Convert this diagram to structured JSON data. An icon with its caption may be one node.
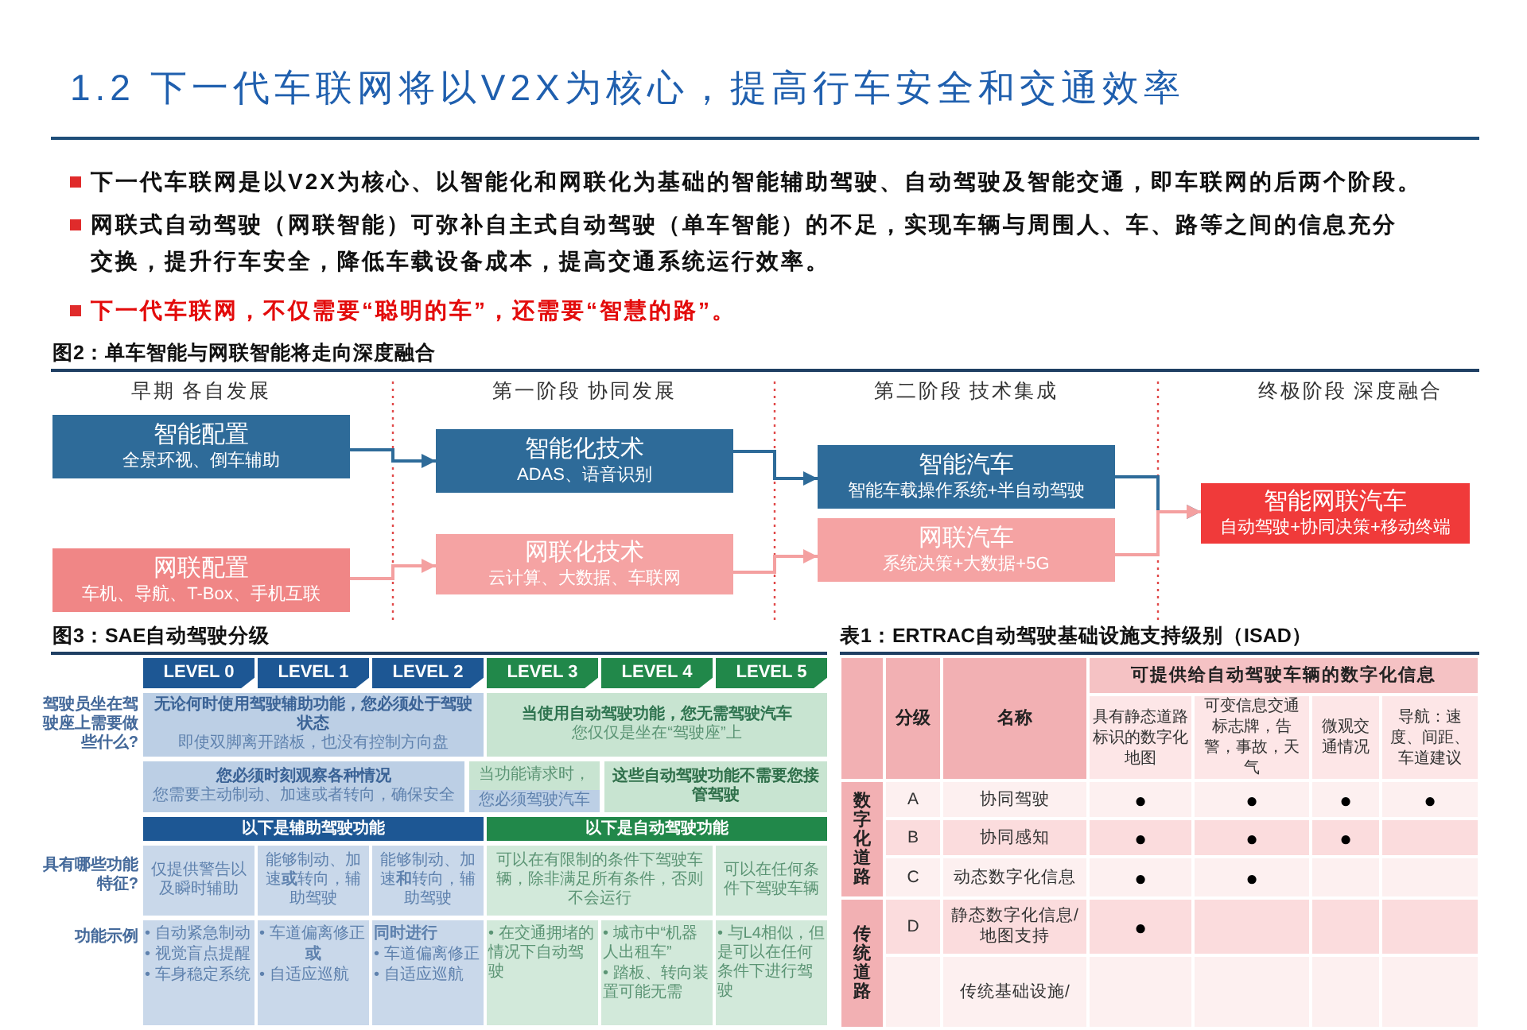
{
  "diagram": {
    "title": "1.2 下一代车联网将以V2X为核心，提高行车安全和交通效率",
    "nodes": [
      {
        "text": [
          "智能配置",
          "全景环视、倒车辅助"
        ]
      },
      {
        "text": [
          "网联配置",
          "车机、导航、T-Box、手机互联"
        ]
      },
      {
        "text": [
          "智能化技术",
          "ADAS、语音识别"
        ]
      },
      {
        "text": [
          "网联化技术",
          "云计算、大数据、车联网"
        ]
      },
      {
        "text": [
          "智能汽车",
          "智能车载操作系统+半自动驾驶"
        ]
      },
      {
        "text": [
          "网联汽车",
          "系统决策+大数据+5G"
        ]
      },
      {
        "text": [
          "智能网联汽车",
          "自动驾驶+协同决策+移动终端"
        ]
      },
      {
        "text": [
          "LEVEL 0"
        ]
      },
      {
        "text": [
          "LEVEL 1"
        ]
      },
      {
        "text": [
          "LEVEL 2"
        ]
      },
      {
        "text": [
          "LEVEL 3"
        ]
      },
      {
        "text": [
          "LEVEL 4"
        ]
      },
      {
        "text": [
          "LEVEL 5"
        ]
      },
      {
        "text": [
          "无论何时使用驾驶辅助功能，您必须处于驾驶状态",
          "即使双脚离开踏板，也没有控制方向盘"
        ]
      },
      {
        "text": [
          "当使用自动驾驶功能，您无需驾驶汽车",
          "您仅仅是坐在“驾驶座”上"
        ]
      },
      {
        "text": [
          "您必须时刻观察各种情况",
          "您需要主动制动、加速或者转向，确保安全"
        ]
      },
      {
        "text": [
          "当功能请求时，",
          "您必须驾驶汽车"
        ]
      },
      {
        "text": [
          "这些自动驾驶功能不需要您接管驾驶"
        ]
      },
      {
        "text": [
          "以下是辅助驾驶功能"
        ]
      },
      {
        "text": [
          "以下是自动驾驶功能"
        ]
      },
      {
        "text": [
          "仅提供警告以及瞬时辅助"
        ]
      },
      {
        "text": [
          "能够制动、加速**或**转向，辅助驾驶"
        ]
      },
      {
        "text": [
          "能够制动、加速**和**转向，辅助驾驶"
        ]
      },
      {
        "text": [
          "可以在有限制的条件下驾驶车辆，除非满足所有条件，否则不会运行"
        ]
      },
      {
        "text": [
          "可以在任何条件下驾驶车辆"
        ]
      },
      {
        "text": [
          "• 自动紧急制动",
          "• 视觉盲点提醒",
          "• 车身稳定系统"
        ]
      },
      {
        "text": [
          "• 车道偏离修正",
          "或",
          "• 自适应巡航"
        ]
      },
      {
        "text": [
          "同时进行",
          "• 车道偏离修正",
          "• 自适应巡航"
        ]
      },
      {
        "text": [
          "• 在交通拥堵的情况下自动驾驶"
        ]
      },
      {
        "text": [
          "• 城市中“机器人出租车”",
          "• 踏板、转向装置可能无需"
        ]
      },
      {
        "text": [
          "• 与L4相似，但是可以在任何条件下进行驾驶"
        ]
      }
    ],
    "edges": [
      {
        "from": 0,
        "to": 2,
        "arrow": "to"
      },
      {
        "from": 1,
        "to": 3,
        "arrow": "to",
        "color": "#f4a0a0"
      },
      {
        "from": 2,
        "to": 4,
        "arrow": "to"
      },
      {
        "from": 3,
        "to": 5,
        "arrow": "to",
        "color": "#f4a0a0"
      },
      {
        "from": 4,
        "to": 6,
        "arrow": "to"
      },
      {
        "from": 5,
        "to": 6,
        "arrow": "to",
        "color": "#f4a0a0"
      }
    ],
    "labels": [
      "下一代车联网是以V2X为核心、以智能化和网联化为基础的智能辅助驾驶、自动驾驶及智能交通，即车联网的后两个阶段。",
      "网联式自动驾驶（网联智能）可弥补自主式自动驾驶（单车智能）的不足，实现车辆与周围人、车、路等之间的信息充分交换，提升行车安全，降低车载设备成本，提高交通系统运行效率。",
      "下一代车联网，不仅需要“聪明的车”，还需要“智慧的路”。",
      "图2：单车智能与网联智能将走向深度融合",
      "早期 各自发展",
      "第一阶段 协同发展",
      "第二阶段 技术集成",
      "终极阶段 深度融合",
      "图3：SAE自动驾驶分级",
      "表1：ERTRAC自动驾驶基础设施支持级别（ISAD）",
      "驾驶员坐在驾驶座上需要做些什么?",
      "具有哪些功能特征?",
      "功能示例",
      "分级",
      "名称",
      "可提供给自动驾驶车辆的数字化信息",
      "具有静态道路标识的数字化地图",
      "可变信息交通标志牌，告警，事故，天气",
      "微观交通情况",
      "导航：速度、间距、车道建议",
      "数字化道路",
      "A",
      "协同驾驶",
      "●",
      "●",
      "●",
      "●",
      "B",
      "协同感知",
      "●",
      "●",
      "●",
      "C",
      "动态数字化信息",
      "●",
      "●",
      "传统道路",
      "D",
      "静态数字化信息/地图支持",
      "●",
      "传统基础设施/"
    ]
  }
}
